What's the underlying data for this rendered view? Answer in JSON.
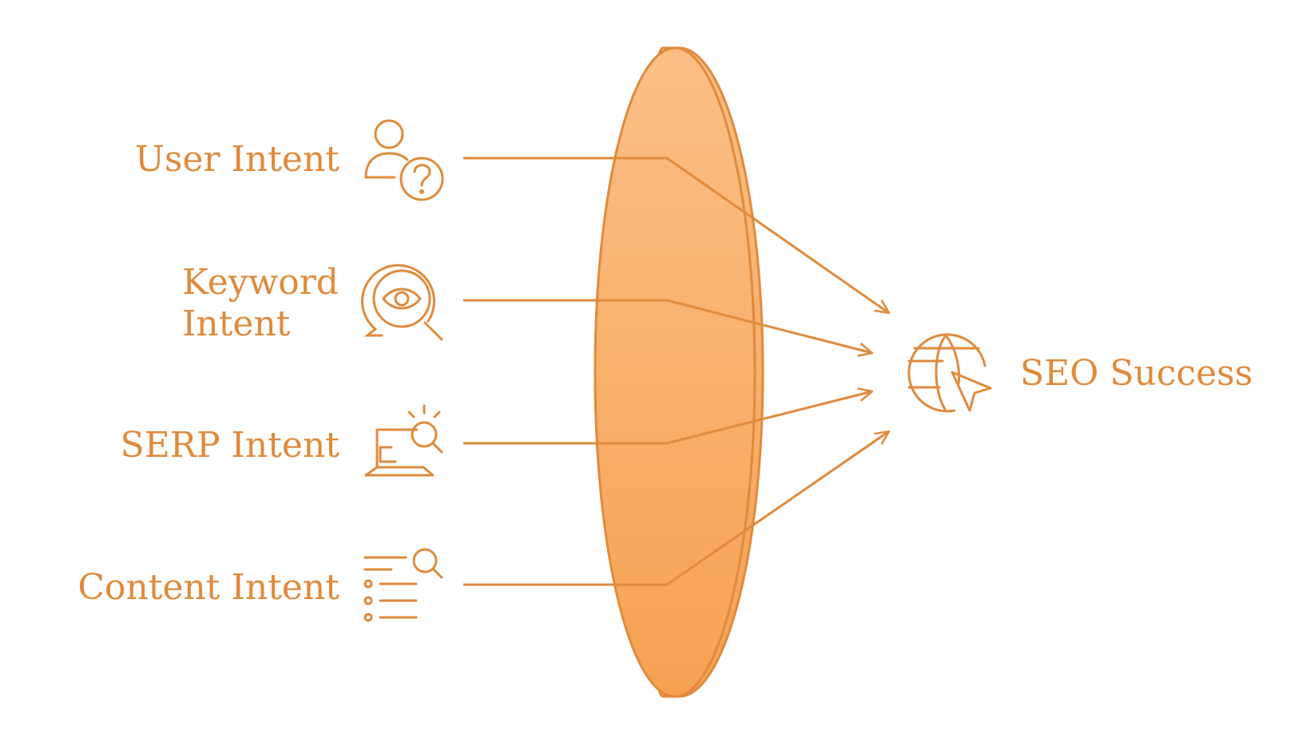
{
  "colors": {
    "stroke": "#e08a3c",
    "text": "#e08a3c",
    "lens_top": "#fbbf85",
    "lens_bottom": "#f6a152"
  },
  "inputs": [
    {
      "label": "User Intent",
      "icon": "user-question-icon"
    },
    {
      "label": "Keyword Intent",
      "label_line1": "Keyword",
      "label_line2": "Intent",
      "icon": "eye-search-bubble-icon"
    },
    {
      "label": "SERP Intent",
      "icon": "laptop-search-icon"
    },
    {
      "label": "Content Intent",
      "icon": "list-search-icon"
    }
  ],
  "output": {
    "label": "SEO Success",
    "icon": "globe-cursor-icon"
  },
  "lens": {
    "name": "lens-disc"
  }
}
